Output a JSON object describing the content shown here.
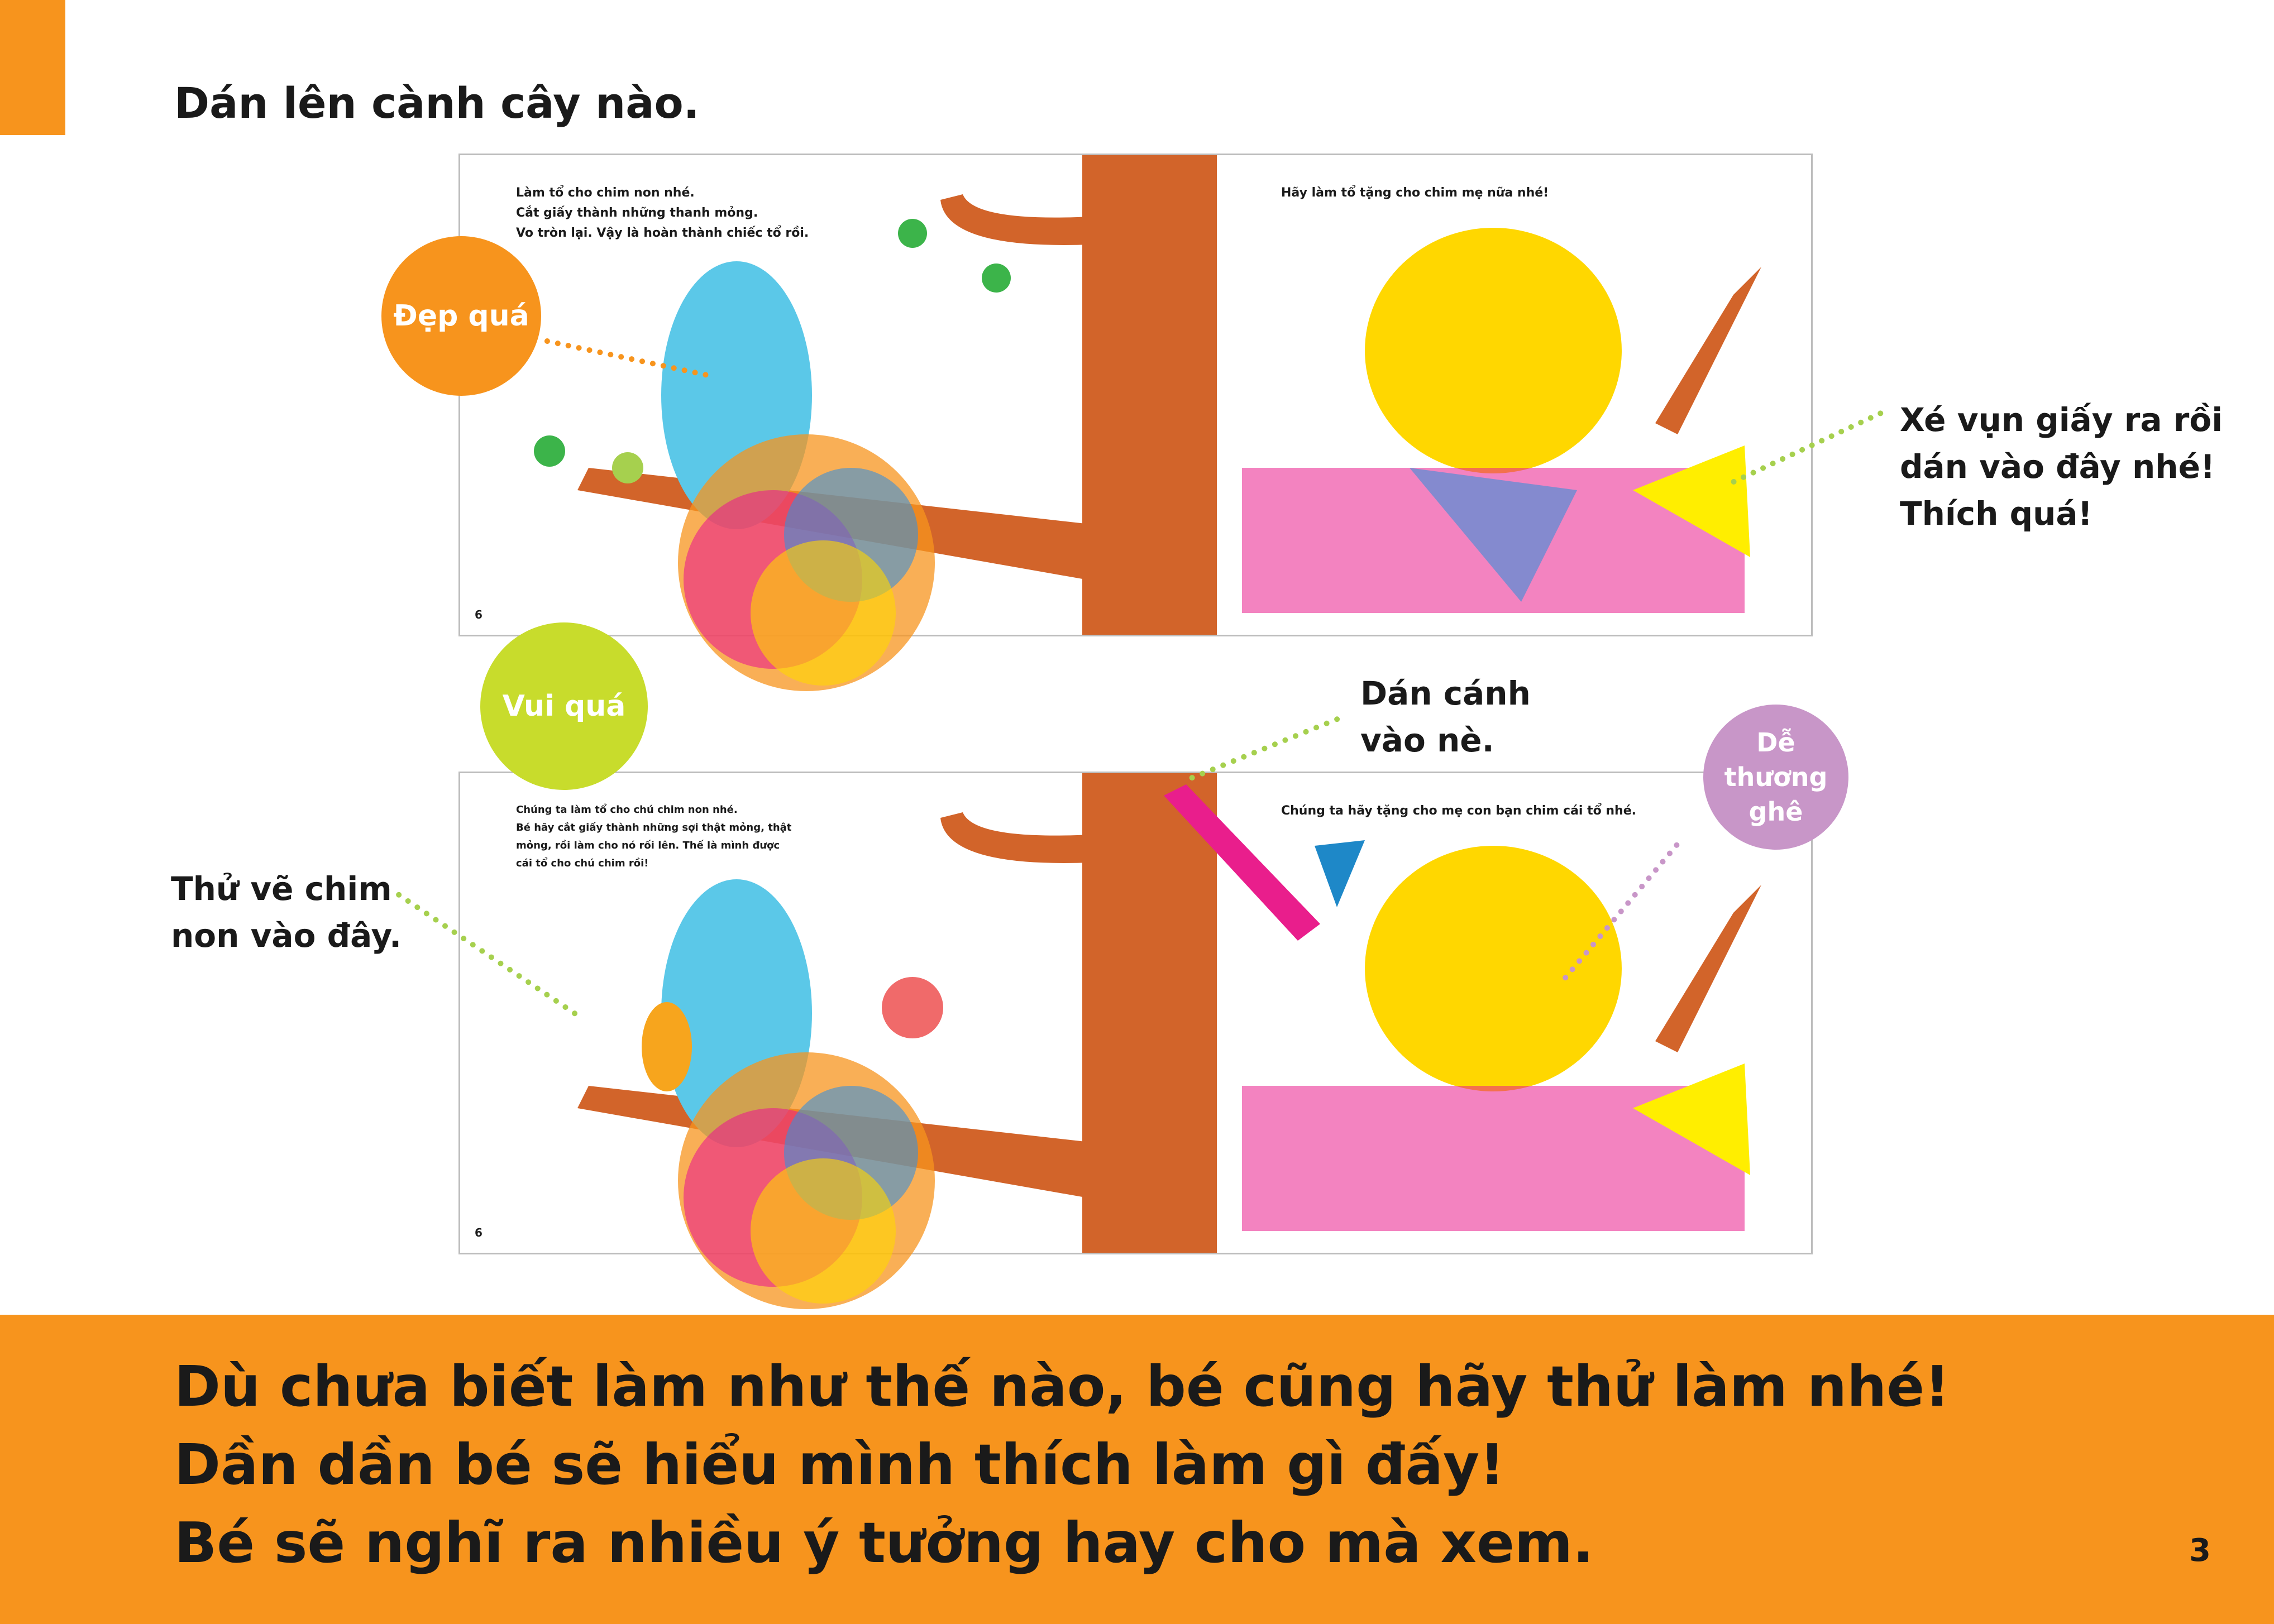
{
  "title": "Dán lên cành cây nào.",
  "top_spread": {
    "left_text": [
      "Làm tổ cho chim non nhé.",
      "Cắt giấy thành những thanh mỏng.",
      "Vo tròn lại. Vậy là hoàn thành chiếc tổ rồi."
    ],
    "right_text": "Hãy làm tổ tặng cho chim mẹ nữa nhé!",
    "page_number": "6"
  },
  "bottom_spread": {
    "left_text": [
      "Chúng ta làm tổ cho chú chim non nhé.",
      "Bé hãy cắt giấy thành những sợi thật mỏng, thật",
      "mỏng, rồi làm cho nó rối lên. Thế là mình được",
      "cái tổ cho chú chim rồi!"
    ],
    "right_text": "Chúng ta hãy tặng cho mẹ con bạn chim cái tổ nhé.",
    "page_number": "6"
  },
  "bubbles": {
    "dep_qua": "Đẹp quá",
    "vui_qua": "Vui quá",
    "de_thuong": [
      "Dễ",
      "thương",
      "ghê"
    ]
  },
  "callouts": {
    "xe_vun": [
      "Xé vụn giấy ra rồi",
      "dán vào đây nhé!",
      "Thích quá!"
    ],
    "dan_canh": [
      "Dán cánh",
      "vào nè."
    ],
    "thu_ve": [
      "Thử vẽ chim",
      "non vào đây."
    ]
  },
  "footer": {
    "lines": [
      "Dù chưa biết làm như thế nào, bé cũng hãy thử làm nhé!",
      "Dần dần bé sẽ hiểu mình thích làm gì đấy!",
      "Bé sẽ nghĩ ra nhiều ý tưởng hay cho mà xem."
    ],
    "page_number": "3"
  },
  "colors": {
    "orange": "#f7941d",
    "lime": "#c8dc2c",
    "purple": "#c896c8",
    "trunk": "#d2642a",
    "blue_bird": "#5bc8e8",
    "yellow_bird": "#ffd700"
  }
}
